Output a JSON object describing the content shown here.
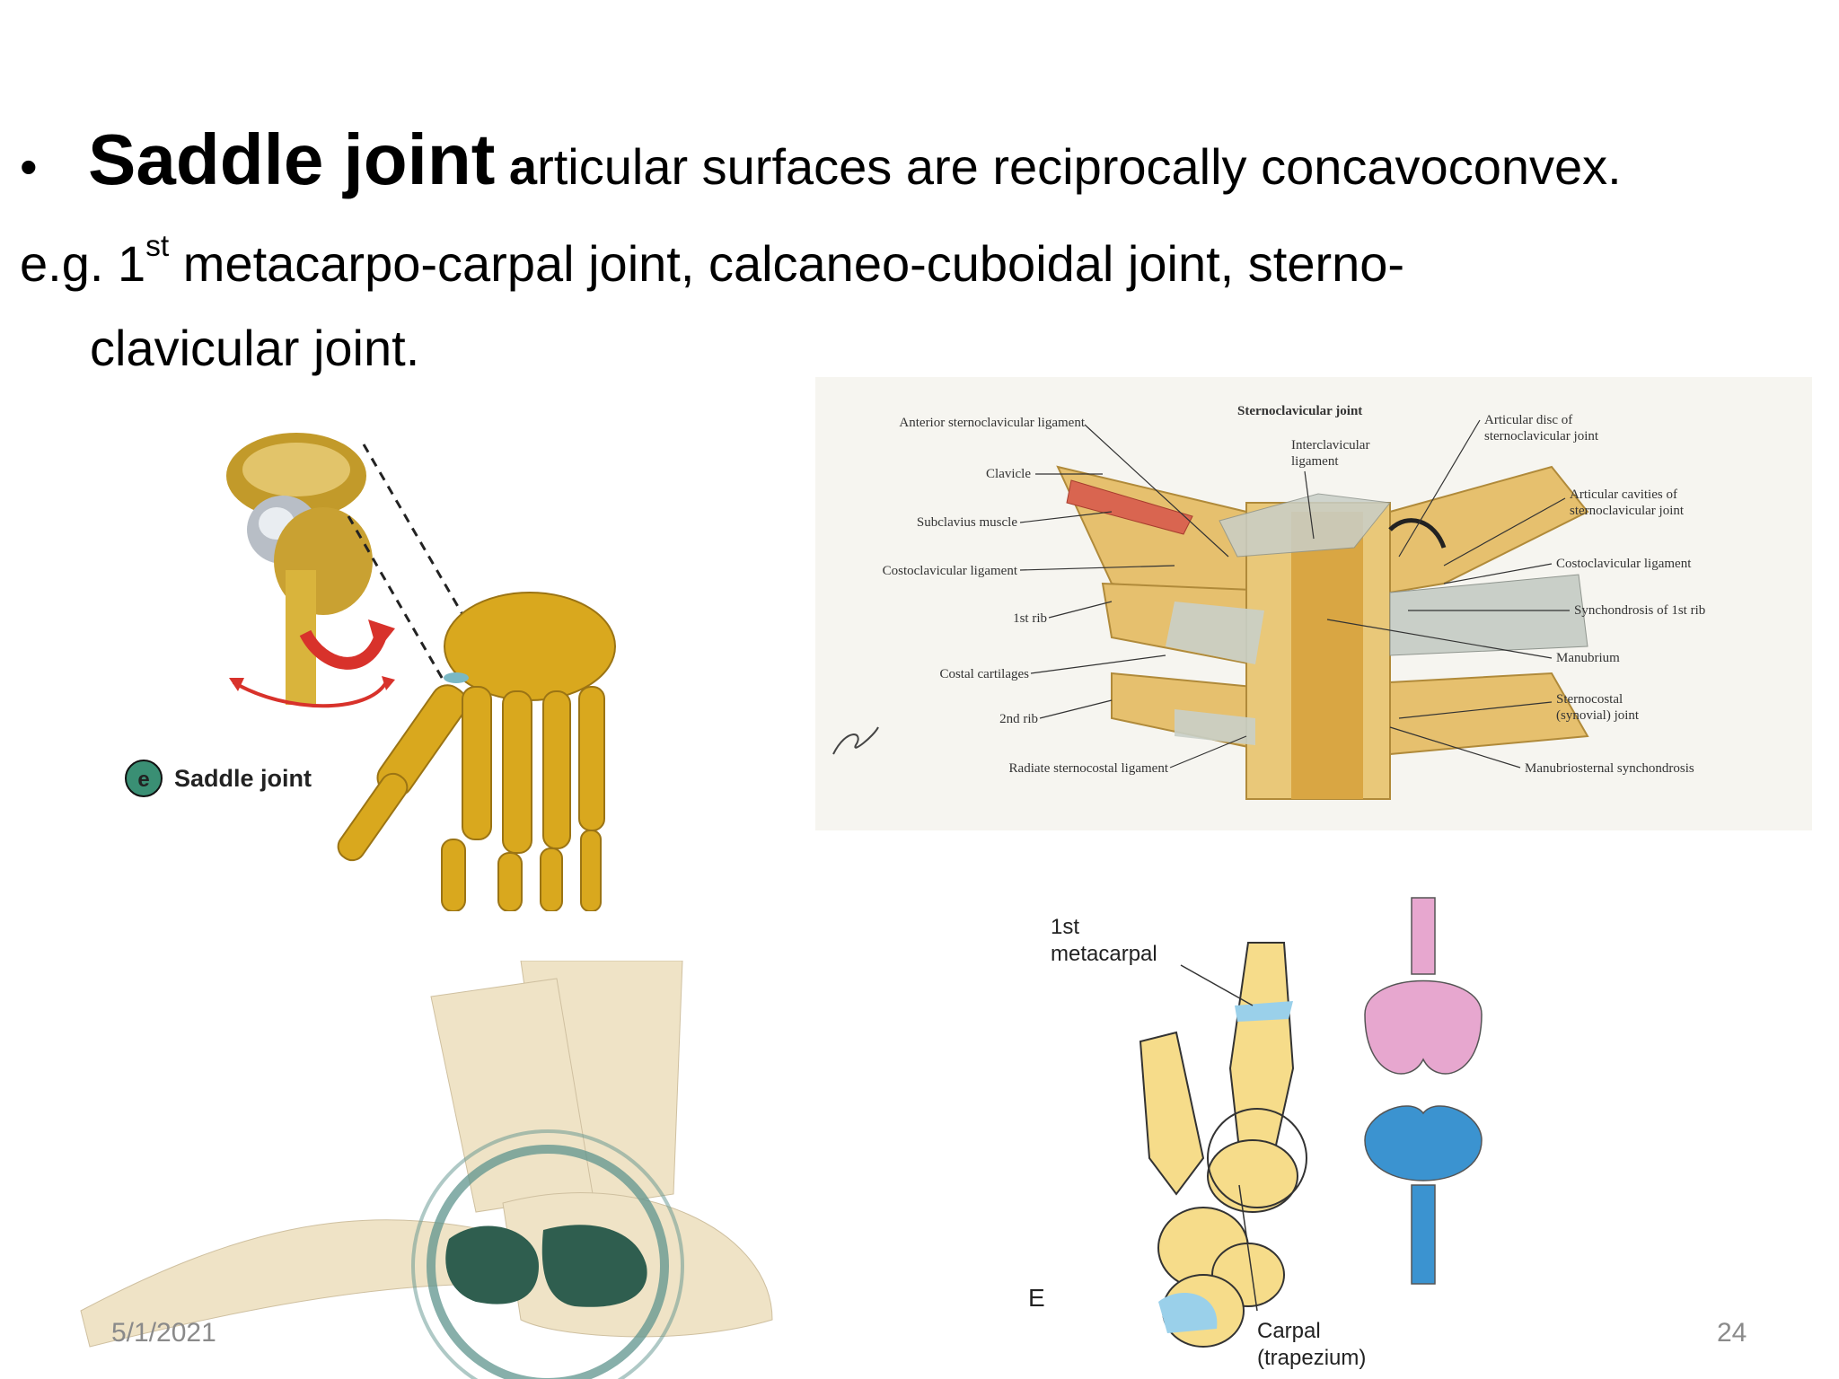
{
  "slide": {
    "bullet": {
      "symbol": "•",
      "term": "Saddle joint",
      "definition_bold_letter": "a",
      "definition_rest": "rticular surfaces are reciprocally concavoconvex."
    },
    "example": {
      "prefix": "e.g. 1",
      "superscript": "st",
      "line1_rest": " metacarpo-carpal joint, calcaneo-cuboidal joint, sterno-",
      "line2": "clavicular joint."
    },
    "footer": {
      "date": "5/1/2021",
      "page_number": "24"
    }
  },
  "figures": {
    "saddle_hand": {
      "badge_letter": "e",
      "caption": "Saddle joint"
    },
    "sternoclavicular": {
      "title": "Sternoclavicular joint",
      "labels_left": [
        "Anterior sternoclavicular ligament",
        "Clavicle",
        "Subclavius muscle",
        "Costoclavicular ligament",
        "1st rib",
        "Costal cartilages",
        "2nd rib",
        "Radiate sternocostal ligament"
      ],
      "labels_right": [
        "Articular disc of",
        "sternoclavicular joint",
        "Articular cavities of",
        "sternoclavicular joint",
        "Costoclavicular ligament",
        "Synchondrosis of 1st rib",
        "Manubrium",
        "Sternocostal",
        "(synovial) joint",
        "Manubriosternal synchondrosis"
      ],
      "label_center_1": "Interclavicular",
      "label_center_2": "ligament"
    },
    "thumb_carpal": {
      "label_metacarpal_1": "1st",
      "label_metacarpal_2": "metacarpal",
      "label_carpal_1": "Carpal",
      "label_carpal_2": "(trapezium)",
      "panel_letter": "E"
    }
  },
  "colors": {
    "bone_gold": "#d8a62a",
    "bone_cream": "#efe3c6",
    "cartilage_gray": "#c9cfc8",
    "joint_green": "#2f5e4f",
    "joint_pink": "#e7a7cf",
    "joint_blue": "#3b93d0",
    "arrow_red": "#d8322b"
  }
}
